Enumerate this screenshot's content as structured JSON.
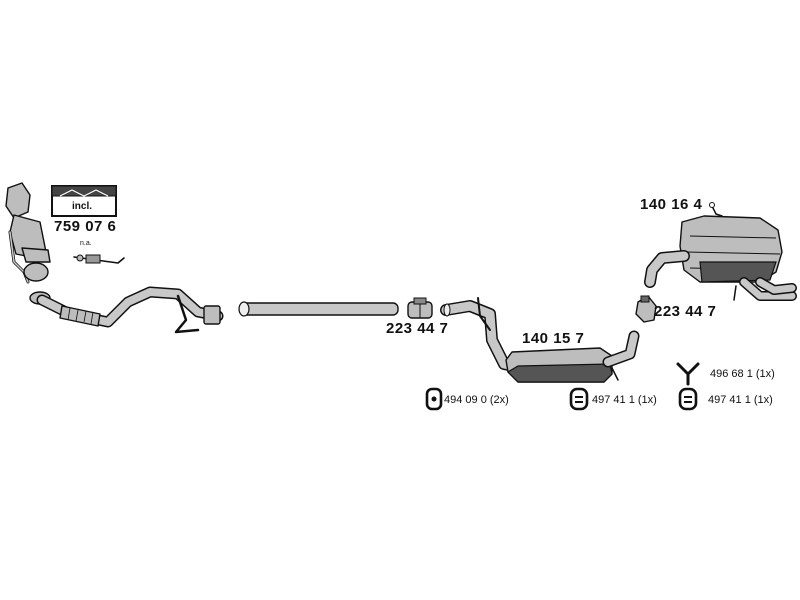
{
  "parts": {
    "kit_box_label": "incl.",
    "kit_number": "759 07 6",
    "na_note": "n.a.",
    "clamp_front": "223 44 7",
    "middle_silencer": "140 15 7",
    "rear_silencer": "140 16 4",
    "clamp_rear": "223 44 7"
  },
  "legend": {
    "item1": "494 09 0 (2x)",
    "item2": "497 41 1 (1x)",
    "item3": "496 68 1 (1x)",
    "item4": "497 41 1 (1x)"
  }
}
